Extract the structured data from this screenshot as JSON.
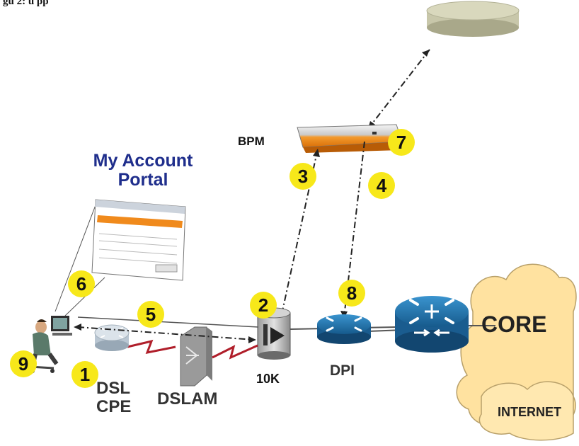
{
  "caption": "gu 2: u   pp",
  "portal": {
    "title_line1": "My Account",
    "title_line2": "Portal"
  },
  "labels": {
    "bpm": "BPM",
    "tenk": "10K",
    "dpi": "DPI",
    "dsl": "DSL",
    "cpe": "CPE",
    "dslam": "DSLAM",
    "core": "CORE",
    "internet": "INTERNET"
  },
  "step_numbers": [
    "1",
    "2",
    "3",
    "4",
    "5",
    "6",
    "7",
    "8",
    "9"
  ],
  "colors": {
    "step_badge": "#f7e81a",
    "portal_title": "#1f2e8c",
    "cloud_fill": "#ffe2a0",
    "router_blue": "#1d6fa8",
    "link_red": "#b01e2a",
    "bpm_orange": "#f08a1c"
  }
}
